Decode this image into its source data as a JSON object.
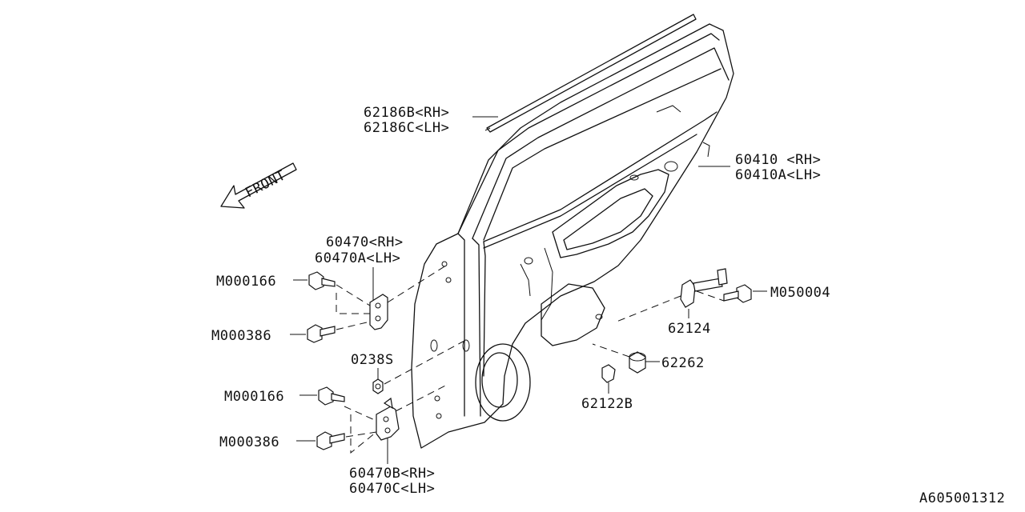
{
  "diagram": {
    "front_label": "FRONT",
    "figure_id": "A605001312",
    "labels": {
      "p62186b": "62186B<RH>",
      "p62186c": "62186C<LH>",
      "p60410": "60410 <RH>",
      "p60410a": "60410A<LH>",
      "p60470": "60470<RH>",
      "p60470a": "60470A<LH>",
      "m000166_top": "M000166",
      "m000386_top": "M000386",
      "p0238s": "0238S",
      "m000166_bot": "M000166",
      "m000386_bot": "M000386",
      "p60470b": "60470B<RH>",
      "p60470c": "60470C<LH>",
      "m050004": "M050004",
      "p62124": "62124",
      "p62262": "62262",
      "p62122b": "62122B"
    }
  }
}
